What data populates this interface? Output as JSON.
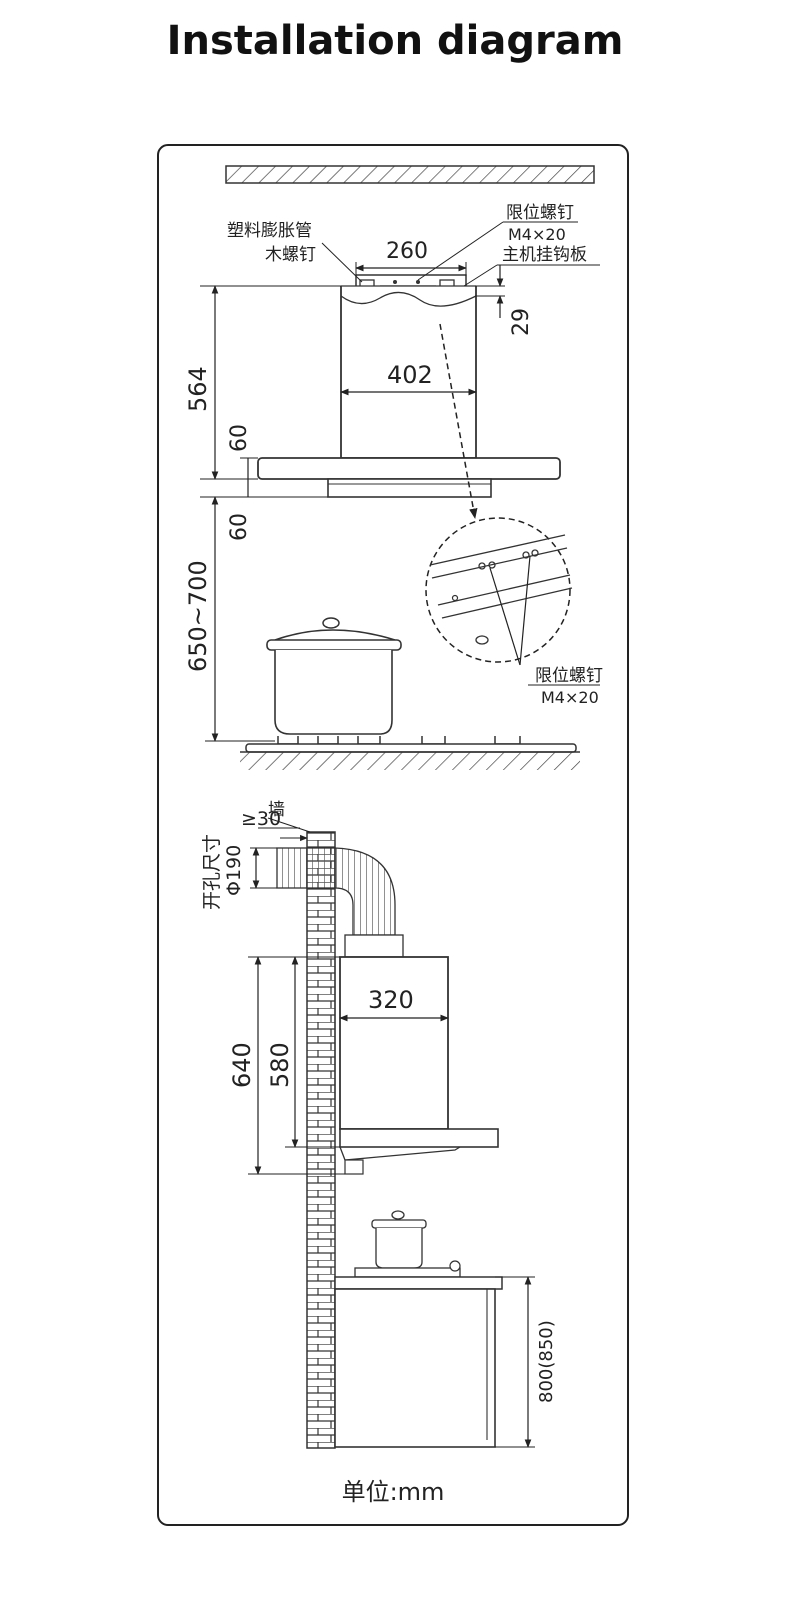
{
  "title": "Installation diagram",
  "top_view": {
    "label_expansion_tube": "塑料膨胀管",
    "label_wood_screw": "木螺钉",
    "label_limit_screw": "限位螺钉",
    "label_limit_screw_spec": "M4×20",
    "label_hook_plate": "主机挂钩板",
    "dim_260": "260",
    "dim_29": "29",
    "dim_402": "402",
    "dim_564": "564",
    "dim_60_upper": "60",
    "dim_60_lower": "60",
    "dim_650_700": "650~700",
    "detail_limit_screw": "限位螺钉",
    "detail_limit_screw_spec": "M4×20"
  },
  "side_view": {
    "label_wall": "墙",
    "label_gte_30": "≥30",
    "label_hole_size": "开孔尺寸",
    "label_phi_190": "Φ190",
    "dim_320": "320",
    "dim_640": "640",
    "dim_580": "580",
    "dim_800_850": "800(850)"
  },
  "unit_label": "单位:mm"
}
